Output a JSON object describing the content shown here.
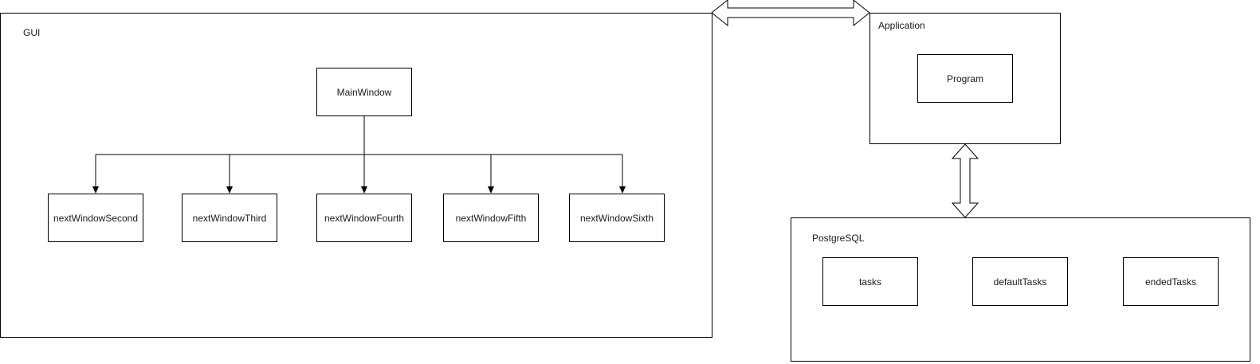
{
  "gui": {
    "label": "GUI",
    "main_window": "MainWindow",
    "children": [
      "nextWindowSecond",
      "nextWindowThird",
      "nextWindowFourth",
      "nextWindowFifth",
      "nextWindowSixth"
    ]
  },
  "application": {
    "label": "Application",
    "program": "Program"
  },
  "database": {
    "label": "PostgreSQL",
    "tables": [
      "tasks",
      "defaultTasks",
      "endedTasks"
    ]
  }
}
